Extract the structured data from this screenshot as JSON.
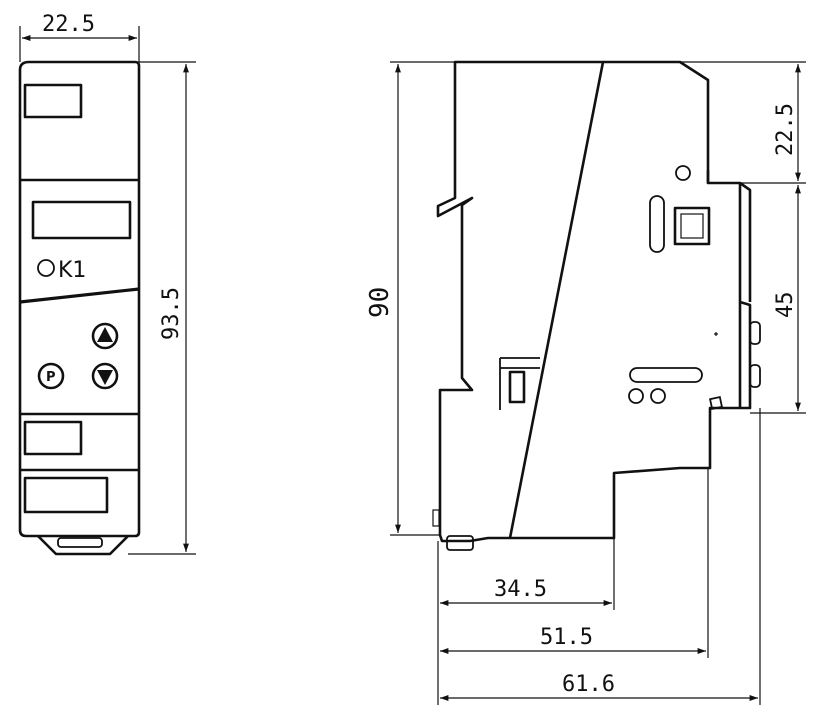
{
  "front_view": {
    "width_dim": "22.5",
    "height_dim": "93.5",
    "led_label": "K1",
    "buttons": {
      "program": "P"
    }
  },
  "side_view": {
    "height_dim": "90",
    "top_dim": "22.5",
    "middle_dim": "45",
    "depth_dims": [
      "34.5",
      "51.5",
      "61.6"
    ]
  }
}
